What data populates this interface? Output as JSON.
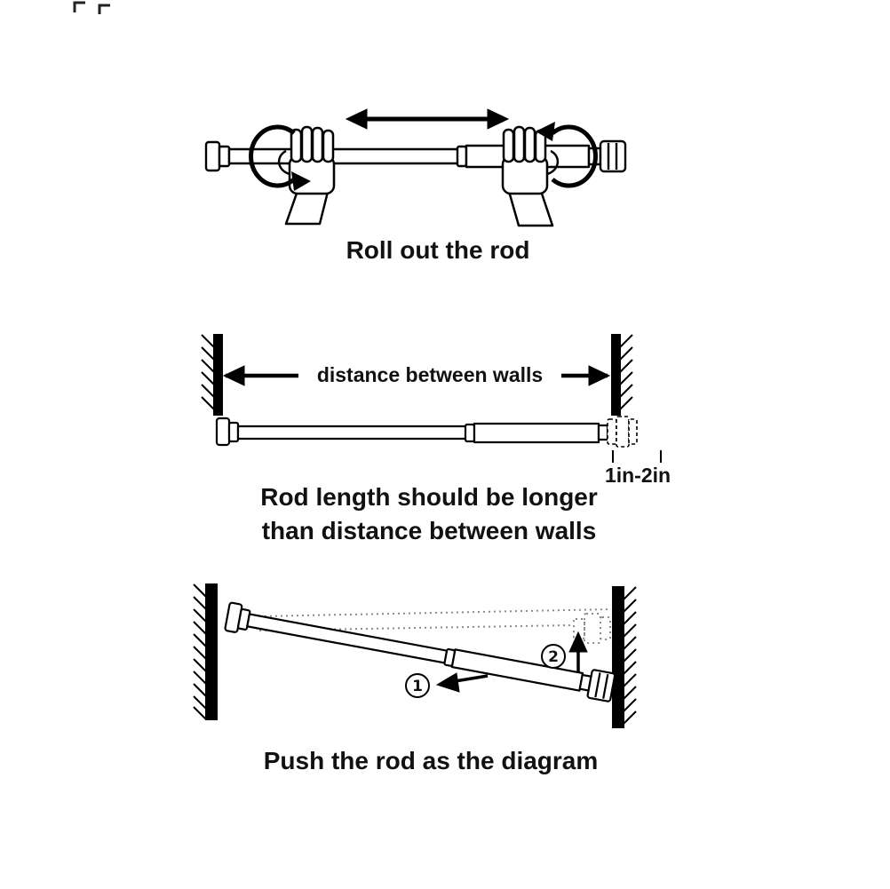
{
  "colors": {
    "ink": "#000000",
    "paper": "#ffffff",
    "dotted": "#8a8a8a"
  },
  "panel_roll": {
    "caption": "Roll out the rod"
  },
  "panel_length": {
    "distance_label": "distance between walls",
    "gap_label": "1in-2in",
    "caption_line1": "Rod length should be longer",
    "caption_line2": "than distance between walls"
  },
  "panel_push": {
    "step1": "1",
    "step2": "2",
    "caption": "Push the rod as the diagram"
  }
}
